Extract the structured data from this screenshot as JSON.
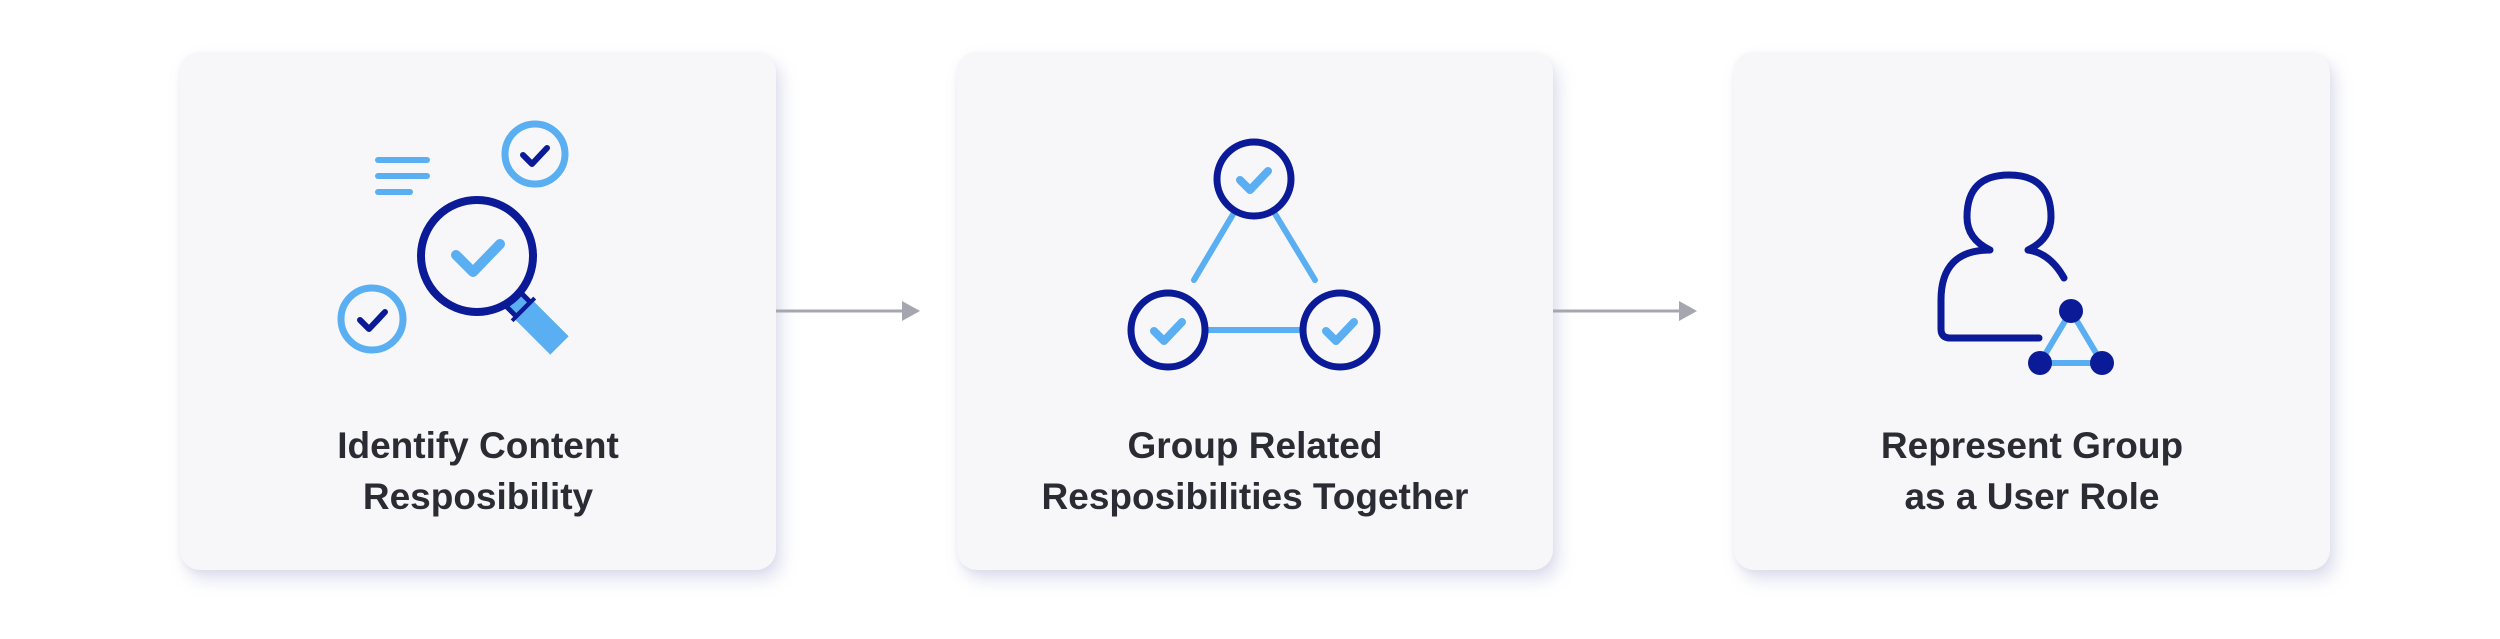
{
  "colors": {
    "dark_blue": "#0b1a96",
    "light_blue": "#5aaef2",
    "card_bg": "#f7f7fa",
    "arrow": "#a6a6b0",
    "text": "#2b2b33"
  },
  "steps": [
    {
      "title_line1": "Identify Content",
      "title_line2": "Resposibility",
      "icon": "magnifier-check-icon"
    },
    {
      "title_line1": "Group Related",
      "title_line2": "Resposibilities Together",
      "icon": "check-triangle-network-icon"
    },
    {
      "title_line1": "Represent Group",
      "title_line2": "as a User Role",
      "icon": "user-role-icon"
    }
  ],
  "connectors": [
    {
      "from": 1,
      "to": 2,
      "icon": "arrow-right-icon"
    },
    {
      "from": 2,
      "to": 3,
      "icon": "arrow-right-icon"
    }
  ]
}
